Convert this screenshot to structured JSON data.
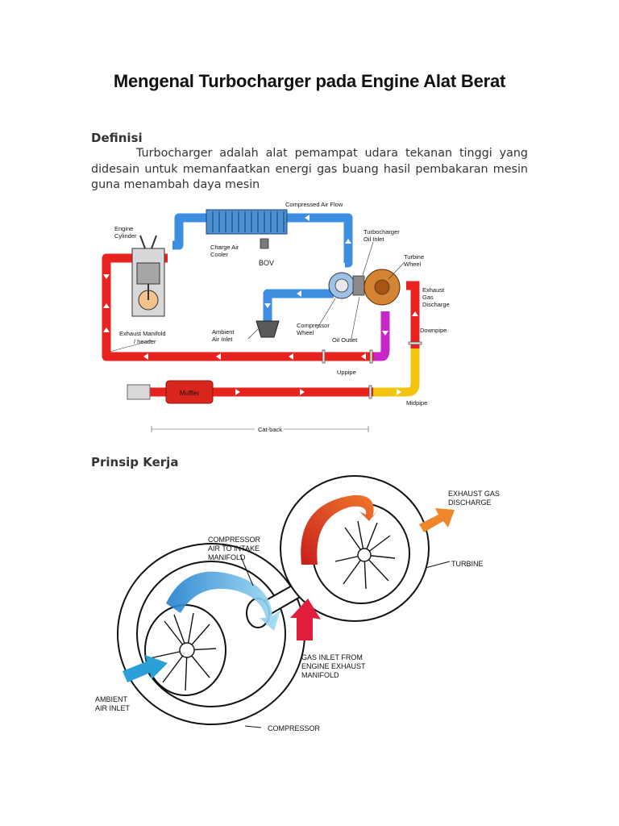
{
  "document": {
    "title": "Mengenal Turbocharger pada Engine Alat Berat",
    "sections": [
      {
        "heading": "Definisi",
        "paragraph": "Turbocharger adalah alat pemampat udara tekanan tinggi yang didesain untuk memanfaatkan energi gas buang hasil pembakaran mesin guna menambah daya mesin"
      },
      {
        "heading": "Prinsip Kerja"
      }
    ]
  },
  "diagram1": {
    "labels": {
      "compressed_air_flow": "Compressed Air Flow",
      "engine_cylinder_1": "Engine",
      "engine_cylinder_2": "Cylinder",
      "charge_air_cooler_1": "Charge Air",
      "charge_air_cooler_2": "Cooler",
      "bov": "BOV",
      "turbo_oil_inlet_1": "Turbocharger",
      "turbo_oil_inlet_2": "Oil Inlet",
      "turbine_wheel_1": "Turbine",
      "turbine_wheel_2": "Wheel",
      "exhaust_gas_1": "Exhaust",
      "exhaust_gas_2": "Gas",
      "exhaust_gas_3": "Discharge",
      "compressor_wheel_1": "Compressor",
      "compressor_wheel_2": "Wheel",
      "ambient_air_1": "Ambient",
      "ambient_air_2": "Air Inlet",
      "oil_outlet": "Oil Outlet",
      "downpipe": "Downpipe",
      "exhaust_manifold_1": "Exhaust Manifold",
      "exhaust_manifold_2": "/ header",
      "uppipe": "Uppipe",
      "muffler": "Muffler",
      "midpipe": "Midpipe",
      "cat_back": "Cat-back"
    },
    "colors": {
      "exhaust": "#e8231f",
      "intake": "#3d8ee0",
      "uppipe": "#c827c8",
      "midpipe": "#f2c40e",
      "muffler": "#d9261c"
    }
  },
  "diagram2": {
    "labels": {
      "exhaust_gas_1": "EXHAUST GAS",
      "exhaust_gas_2": "DISCHARGE",
      "compressor_air_1": "COMPRESSOR",
      "compressor_air_2": "AIR TO INTAKE",
      "compressor_air_3": "MANIFOLD",
      "turbine": "TURBINE",
      "gas_inlet_1": "GAS INLET FROM",
      "gas_inlet_2": "ENGINE EXHAUST",
      "gas_inlet_3": "MANIFOLD",
      "ambient_air_1": "AMBIENT",
      "ambient_air_2": "AIR INLET",
      "compressor": "COMPRESSOR"
    },
    "colors": {
      "hot": "#e8462a",
      "cold": "#2a9fd8",
      "exhaust_arrow": "#f0862a",
      "inlet_arrow": "#e01e3c"
    }
  }
}
